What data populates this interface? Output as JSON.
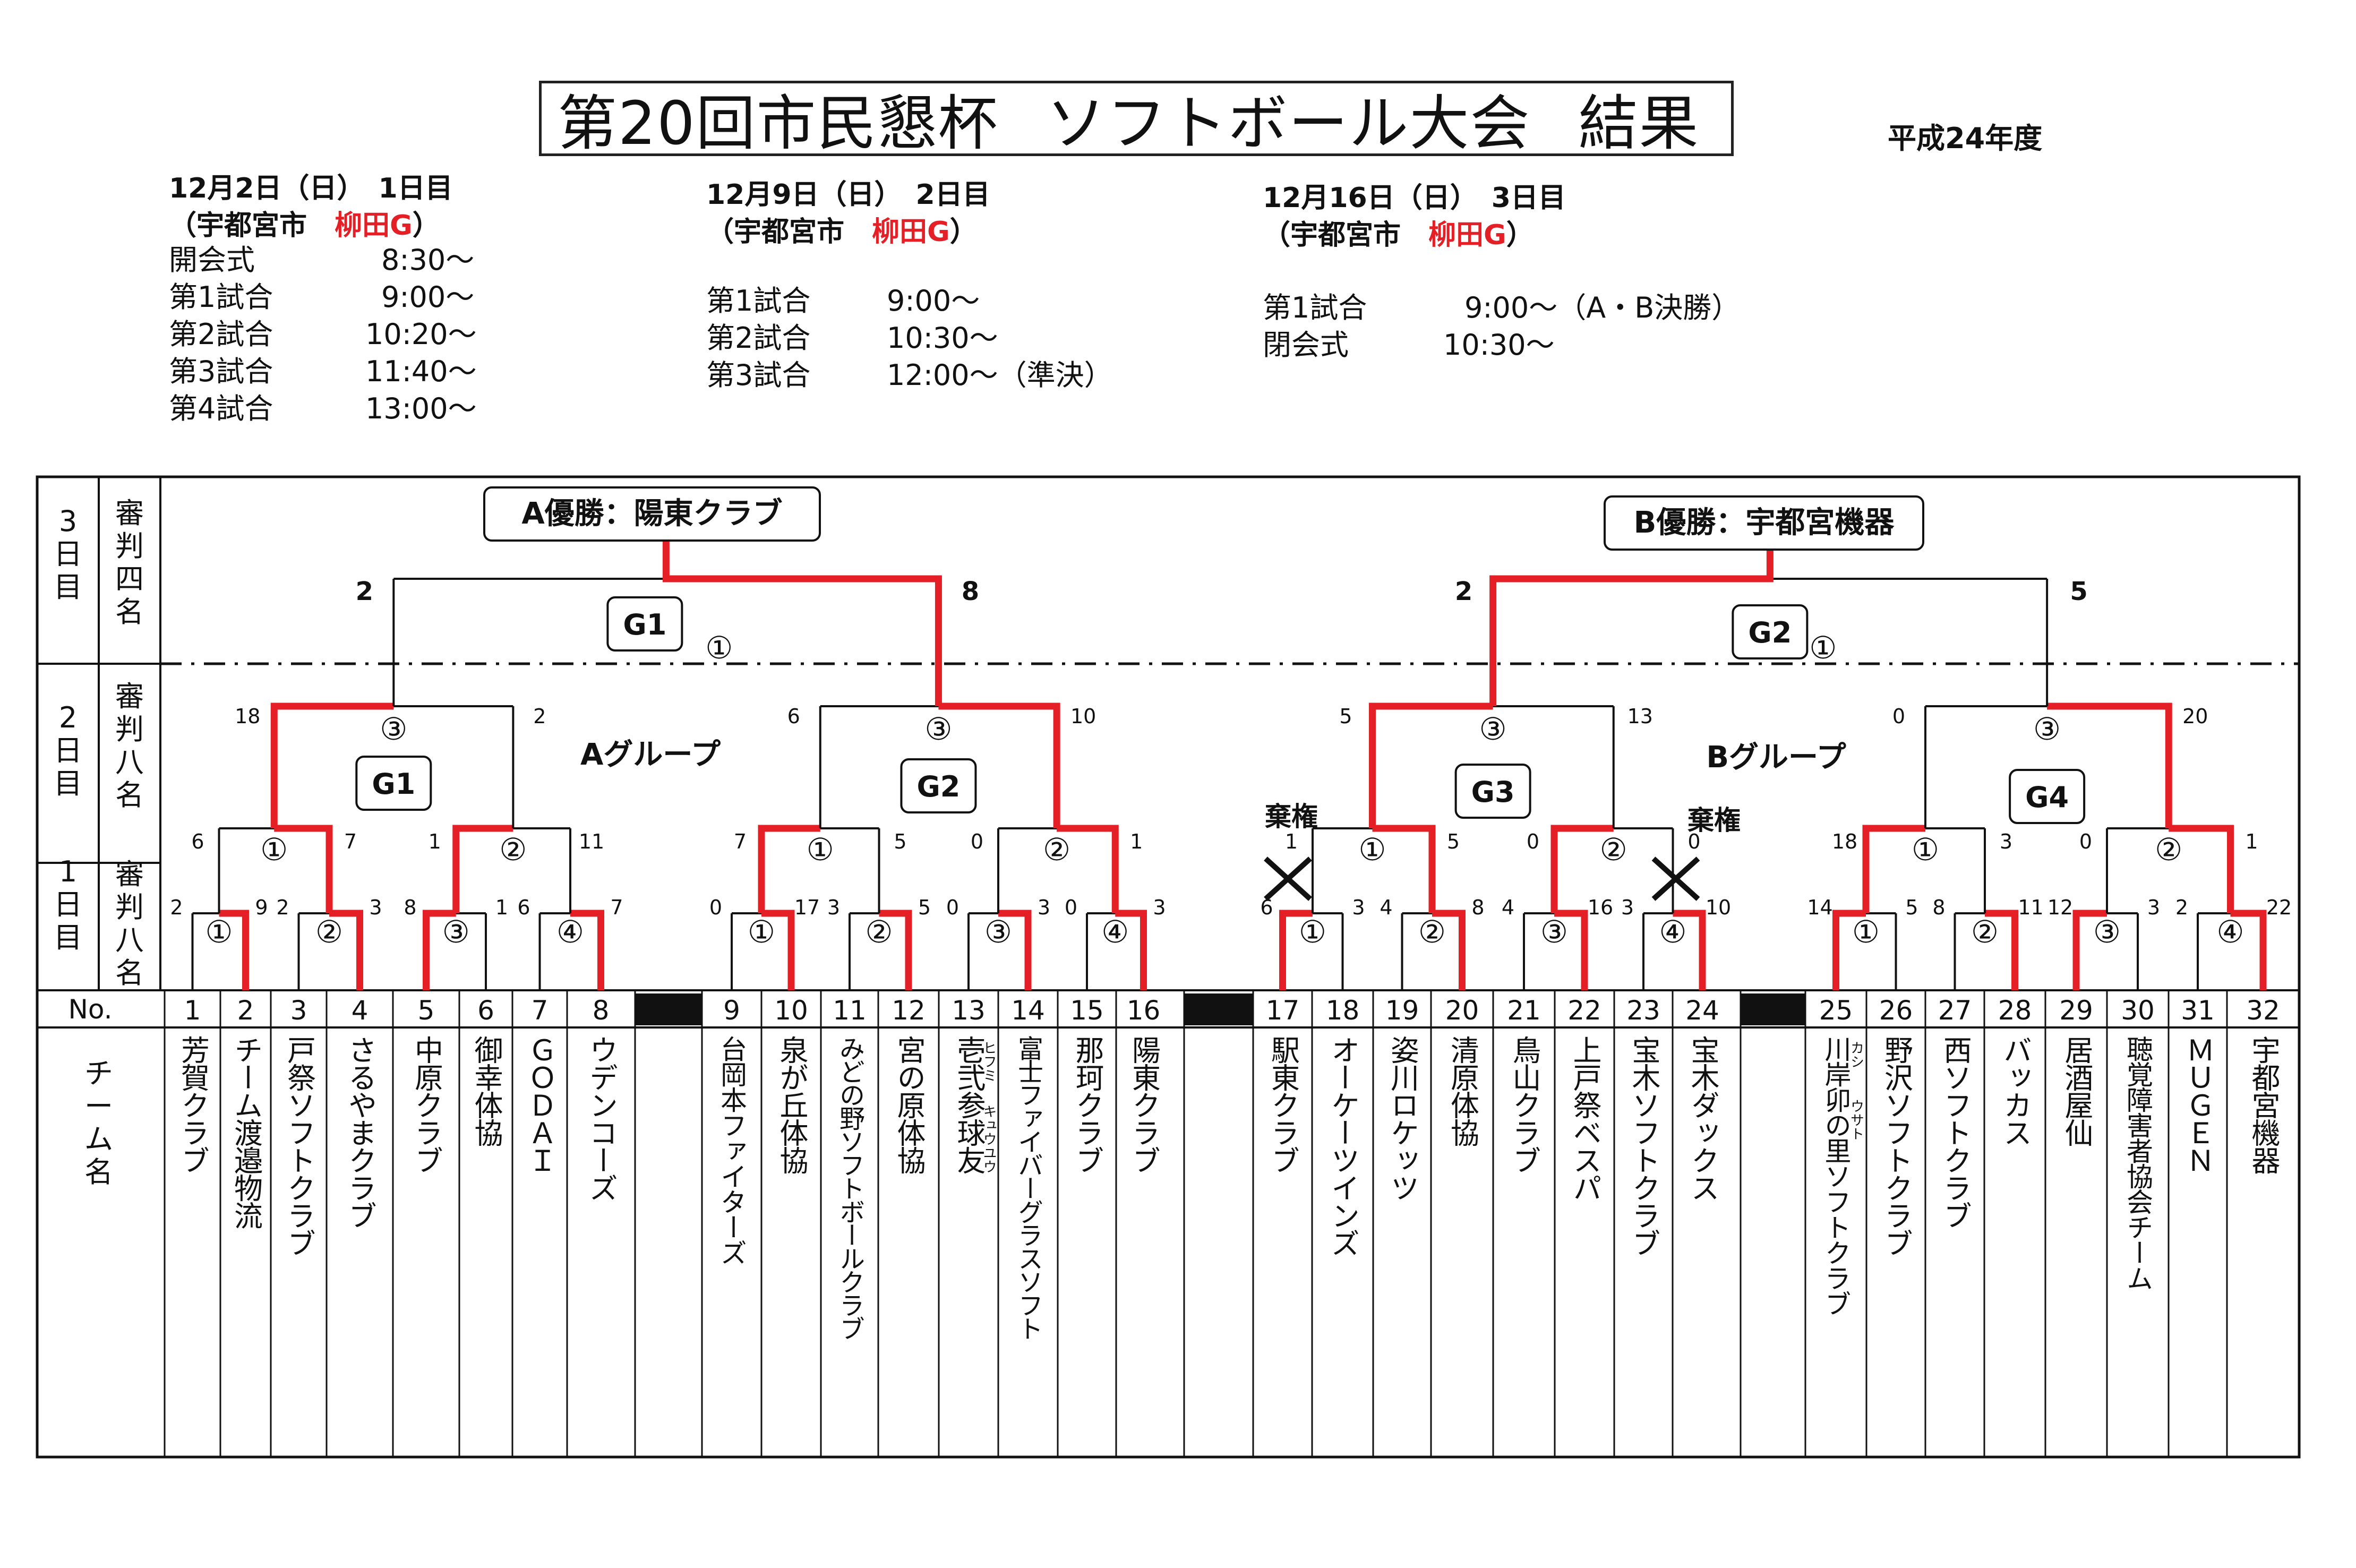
{
  "title": {
    "part1": "第20回市民懇杯",
    "part2": "ソフトボール大会",
    "part3": "結果"
  },
  "fiscal_year": "平成24年度",
  "days": [
    {
      "date": "12月2日（日）　1日目",
      "venue_prefix": "（宇都宮市",
      "venue_ground": "柳田G",
      "venue_suffix": "）",
      "schedule": [
        {
          "label": "開会式",
          "time": "8:30～"
        },
        {
          "label": "第1試合",
          "time": "9:00～"
        },
        {
          "label": "第2試合",
          "time": "10:20～"
        },
        {
          "label": "第3試合",
          "time": "11:40～"
        },
        {
          "label": "第4試合",
          "time": "13:00～"
        }
      ]
    },
    {
      "date": "12月9日（日）　2日目",
      "venue_prefix": "（宇都宮市",
      "venue_ground": "柳田G",
      "venue_suffix": "）",
      "schedule": [
        {
          "label": "第1試合",
          "time": "9:00～"
        },
        {
          "label": "第2試合",
          "time": "10:30～"
        },
        {
          "label": "第3試合",
          "time": "12:00～（準決）"
        }
      ]
    },
    {
      "date": "12月16日（日）　3日目",
      "venue_prefix": "（宇都宮市",
      "venue_ground": "柳田G",
      "venue_suffix": "）",
      "schedule": [
        {
          "label": "第1試合",
          "time": "9:00～（A・B決勝）"
        },
        {
          "label": "閉会式",
          "time": "10:30～"
        }
      ]
    }
  ],
  "row_labels": {
    "day3": "3日目",
    "day3_ref": "審判四名",
    "day2": "2日目",
    "day2_ref": "審判八名",
    "day1": "1日目",
    "day1_ref": "審判八名",
    "no": "No.",
    "team": "チーム名"
  },
  "winners": {
    "a": "A優勝：陽東クラブ",
    "b": "B優勝：宇都宮機器"
  },
  "groups": {
    "a": "Aグループ",
    "b": "Bグループ"
  },
  "forfeit_label": "棄権",
  "ground_labels": [
    "G1",
    "G2",
    "G1",
    "G2",
    "G3",
    "G4"
  ],
  "circled": [
    "①",
    "②",
    "③",
    "④"
  ],
  "teams": [
    {
      "no": "1",
      "name": "芳賀クラブ"
    },
    {
      "no": "2",
      "name": "チーム渡邉物流"
    },
    {
      "no": "3",
      "name": "戸祭ソフトクラブ"
    },
    {
      "no": "4",
      "name": "さるやまクラブ"
    },
    {
      "no": "5",
      "name": "中原クラブ"
    },
    {
      "no": "6",
      "name": "御幸体協"
    },
    {
      "no": "7",
      "name": "ＧＯＤＡＩ"
    },
    {
      "no": "8",
      "name": "ウデンコーズ"
    },
    {
      "no": "9",
      "name": "台岡本ファイターズ"
    },
    {
      "no": "10",
      "name": "泉が丘体協"
    },
    {
      "no": "11",
      "name": "みどの野ソフトボールクラブ"
    },
    {
      "no": "12",
      "name": "宮の原体協"
    },
    {
      "no": "13",
      "name": "壱弐参球友"
    },
    {
      "no": "14",
      "name": "富士ファイバーグラスソフト"
    },
    {
      "no": "15",
      "name": "那珂クラブ"
    },
    {
      "no": "16",
      "name": "陽東クラブ"
    },
    {
      "no": "17",
      "name": "駅東クラブ"
    },
    {
      "no": "18",
      "name": "オーケーツインズ"
    },
    {
      "no": "19",
      "name": "姿川ロケッツ"
    },
    {
      "no": "20",
      "name": "清原体協"
    },
    {
      "no": "21",
      "name": "鳥山クラブ"
    },
    {
      "no": "22",
      "name": "上戸祭ベスパ"
    },
    {
      "no": "23",
      "name": "宝木ソフトクラブ"
    },
    {
      "no": "24",
      "name": "宝木ダックス"
    },
    {
      "no": "25",
      "name": "川岸卯の里ソフトクラブ"
    },
    {
      "no": "26",
      "name": "野沢ソフトクラブ"
    },
    {
      "no": "27",
      "name": "西ソフトクラブ"
    },
    {
      "no": "28",
      "name": "バッカス"
    },
    {
      "no": "29",
      "name": "居酒屋仙"
    },
    {
      "no": "30",
      "name": "聴覚障害者協会チーム"
    },
    {
      "no": "31",
      "name": "ＭＵＧＥＮ"
    },
    {
      "no": "32",
      "name": "宇都宮機器"
    }
  ],
  "ruby": {
    "t13_a": "ヒフミ",
    "t13_b": "キュウユウ",
    "t25_a": "カシ",
    "t25_b": "ウサト"
  },
  "scores_day1": [
    "2",
    "9",
    "2",
    "3",
    "8",
    "1",
    "6",
    "7",
    "0",
    "17",
    "3",
    "5",
    "0",
    "3",
    "0",
    "3",
    "6",
    "3",
    "4",
    "8",
    "4",
    "16",
    "3",
    "10",
    "14",
    "5",
    "8",
    "11",
    "12",
    "3",
    "2",
    "22"
  ],
  "scores_day2": [
    "6",
    "7",
    "1",
    "11",
    "7",
    "5",
    "0",
    "1",
    "1",
    "5",
    "0",
    "0",
    "18",
    "3",
    "0",
    "1"
  ],
  "scores_semi": [
    "18",
    "2",
    "6",
    "10",
    "5",
    "13",
    "0",
    "20"
  ],
  "scores_final": [
    "2",
    "8",
    "2",
    "5"
  ],
  "colors": {
    "win_line": "#e41f25",
    "line": "#111111"
  }
}
